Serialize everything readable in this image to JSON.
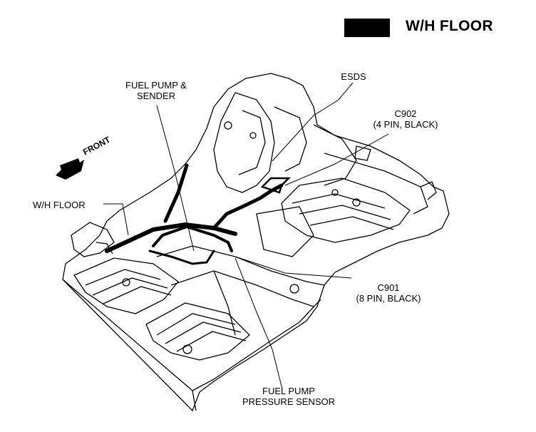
{
  "title": "W/H FLOOR",
  "labels": {
    "fuel_pump_sender": [
      "FUEL PUMP &",
      "SENDER"
    ],
    "esds": "ESDS",
    "c902": [
      "C902",
      "(4 PIN, BLACK)"
    ],
    "front": "FRONT",
    "wh_floor": "W/H FLOOR",
    "c901": [
      "C901",
      "(8 PIN, BLACK)"
    ],
    "fuel_pump_pressure_sensor": [
      "FUEL PUMP",
      "PRESSURE SENSOR"
    ]
  }
}
